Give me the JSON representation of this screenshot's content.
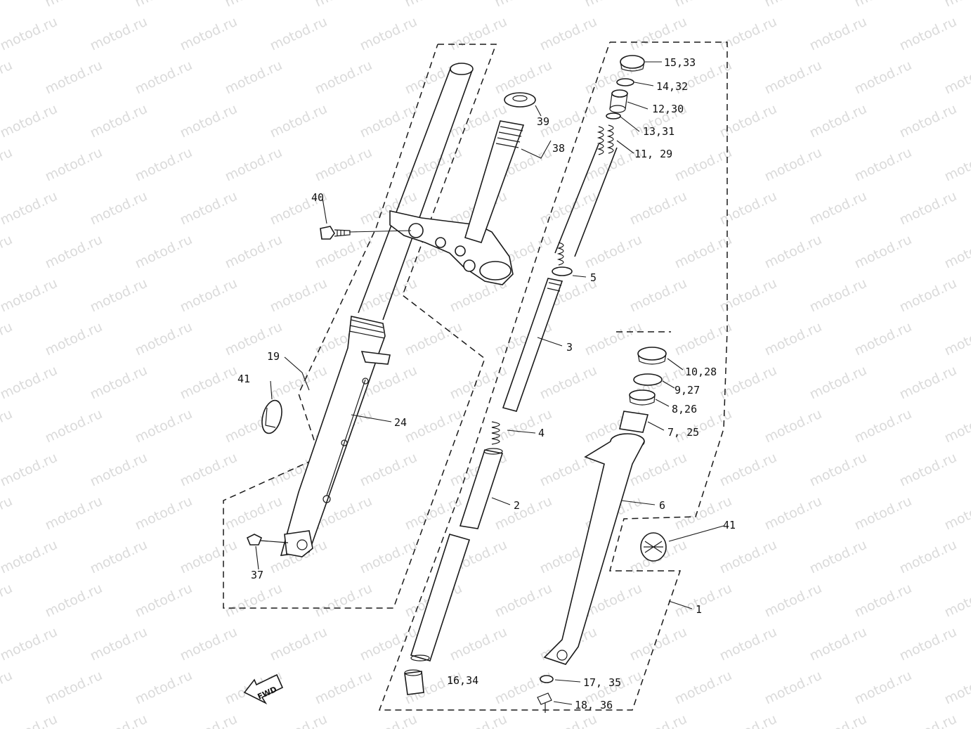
{
  "watermark": {
    "text": "motod.ru"
  },
  "labels": {
    "l15_33": "15,33",
    "l14_32": "14,32",
    "l12_30": "12,30",
    "l13_31": "13,31",
    "l11_29": "11, 29",
    "l39": "39",
    "l38": "38",
    "l40": "40",
    "l5": "5",
    "l3": "3",
    "l10_28": "10,28",
    "l9_27": "9,27",
    "l8_26": "8,26",
    "l7_25": "7, 25",
    "l19": "19",
    "l41_left": "41",
    "l24": "24",
    "l4": "4",
    "l2": "2",
    "l6": "6",
    "l41_right": "41",
    "l37": "37",
    "l1": "1",
    "l16_34": "16,34",
    "l17_35": "17, 35",
    "l18_36": "18, 36",
    "fwd": "FWD"
  },
  "colors": {
    "line": "#1a1a1a",
    "watermark": "#bdbdbd",
    "background": "#ffffff"
  }
}
